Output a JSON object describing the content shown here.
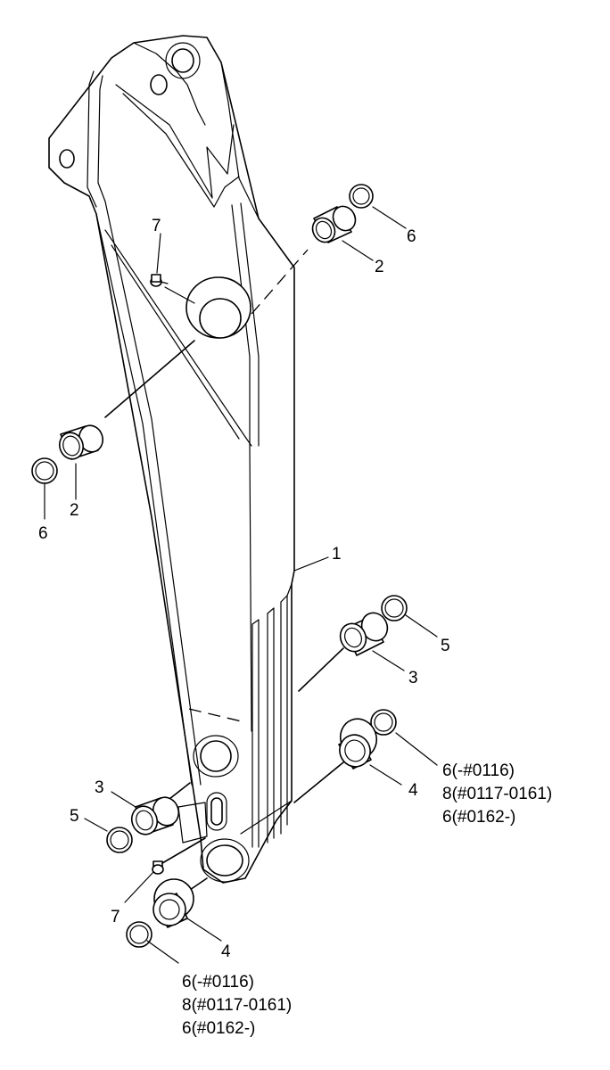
{
  "callouts": {
    "c1": "1",
    "c2_upper": "2",
    "c6_upper": "6",
    "c7_upper": "7",
    "c2_left": "2",
    "c6_left": "6",
    "c5_right": "5",
    "c3_right": "3",
    "c4_right": "4",
    "c4_right_note_1": "6(-#0116)",
    "c4_right_note_2": "8(#0117-0161)",
    "c4_right_note_3": "6(#0162-)",
    "c3_left": "3",
    "c5_left": "5",
    "c7_lower": "7",
    "c4_lower": "4",
    "c4_lower_note_1": "6(-#0116)",
    "c4_lower_note_2": "8(#0117-0161)",
    "c4_lower_note_3": "6(#0162-)"
  }
}
